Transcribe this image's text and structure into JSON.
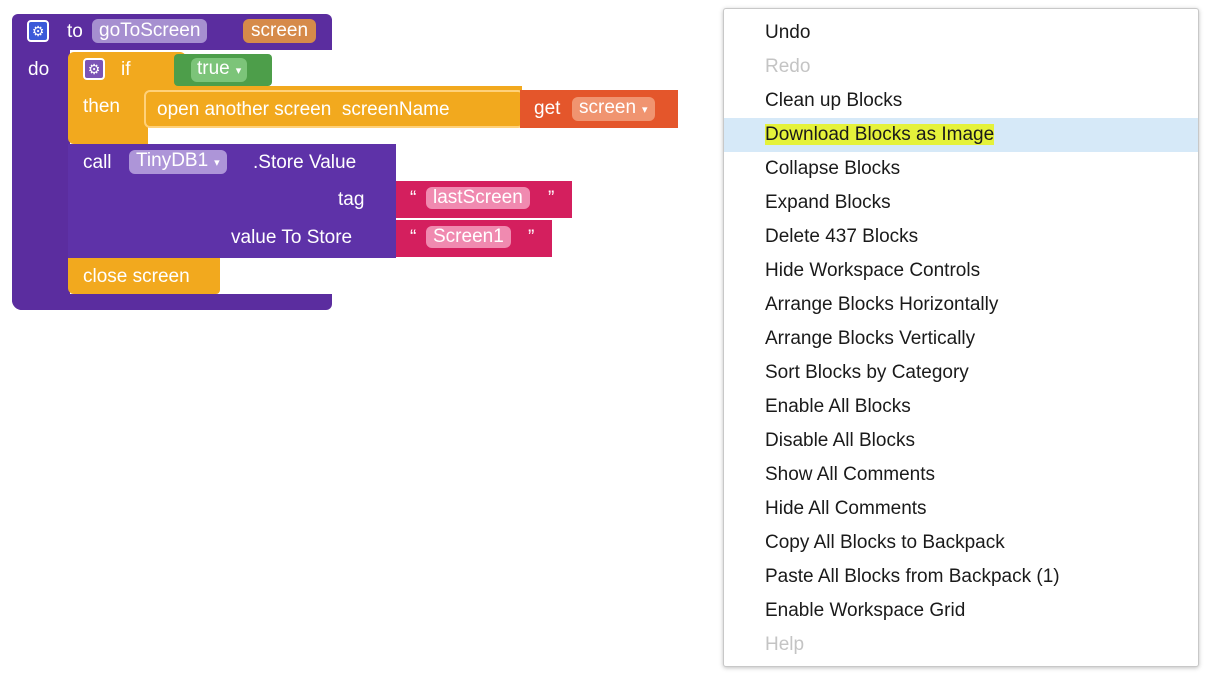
{
  "blocks": {
    "procedure": {
      "to": "to",
      "name": "goToScreen",
      "param": "screen",
      "do": "do"
    },
    "if_block": {
      "if": "if",
      "then": "then",
      "condition": "true"
    },
    "open_screen": {
      "label": "open another screen  screenName"
    },
    "get_block": {
      "get": "get",
      "var": "screen"
    },
    "store_value": {
      "call": "call",
      "component": "TinyDB1",
      "method": ".Store Value",
      "tag_label": "tag",
      "value_label": "value To Store"
    },
    "tag_text": {
      "open_quote": "“",
      "value": "lastScreen",
      "close_quote": "”"
    },
    "value_text": {
      "open_quote": "“",
      "value": "Screen1",
      "close_quote": "”"
    },
    "close_screen": {
      "label": "close screen"
    },
    "dropdown_glyph": "▾",
    "gear_glyph": "⚙"
  },
  "context_menu": {
    "items": [
      {
        "label": "Undo",
        "enabled": true
      },
      {
        "label": "Redo",
        "enabled": false
      },
      {
        "label": "Clean up Blocks",
        "enabled": true
      },
      {
        "label": "Download Blocks as Image",
        "enabled": true,
        "highlighted": true
      },
      {
        "label": "Collapse Blocks",
        "enabled": true
      },
      {
        "label": "Expand Blocks",
        "enabled": true
      },
      {
        "label": "Delete 437 Blocks",
        "enabled": true
      },
      {
        "label": "Hide Workspace Controls",
        "enabled": true
      },
      {
        "label": "Arrange Blocks Horizontally",
        "enabled": true
      },
      {
        "label": "Arrange Blocks Vertically",
        "enabled": true
      },
      {
        "label": "Sort Blocks by Category",
        "enabled": true
      },
      {
        "label": "Enable All Blocks",
        "enabled": true
      },
      {
        "label": "Disable All Blocks",
        "enabled": true
      },
      {
        "label": "Show All Comments",
        "enabled": true
      },
      {
        "label": "Hide All Comments",
        "enabled": true
      },
      {
        "label": "Copy All Blocks to Backpack",
        "enabled": true
      },
      {
        "label": "Paste All Blocks from Backpack (1)",
        "enabled": true
      },
      {
        "label": "Enable Workspace Grid",
        "enabled": true
      },
      {
        "label": "Help",
        "enabled": false
      }
    ]
  }
}
